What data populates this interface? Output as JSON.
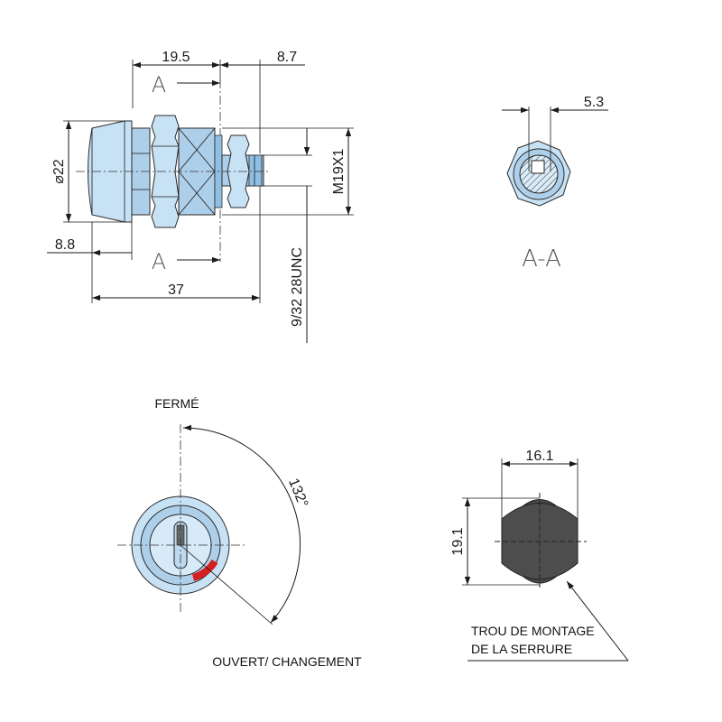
{
  "side_view": {
    "dim_top_left": "19.5",
    "dim_top_right": "8.7",
    "section_mark_top": "A",
    "section_mark_bottom": "A",
    "dim_diameter": "⌀22",
    "dim_thread_metric": "M19X1",
    "dim_flange": "8.8",
    "dim_length": "37",
    "dim_thread_unc": "9/32  28UNC"
  },
  "section_view": {
    "dim_width": "5.3",
    "label": "A-A"
  },
  "rotation_view": {
    "closed_label": "FERMÉ",
    "angle_label": "132°",
    "open_label": "OUVERT/ CHANGEMENT",
    "accent_color": "#d42020"
  },
  "hole_view": {
    "dim_width": "16.1",
    "dim_height": "19.1",
    "label_line1": "TROU DE MONTAGE",
    "label_line2": "DE LA SERRURE",
    "fill_color": "#4a4a4a"
  }
}
